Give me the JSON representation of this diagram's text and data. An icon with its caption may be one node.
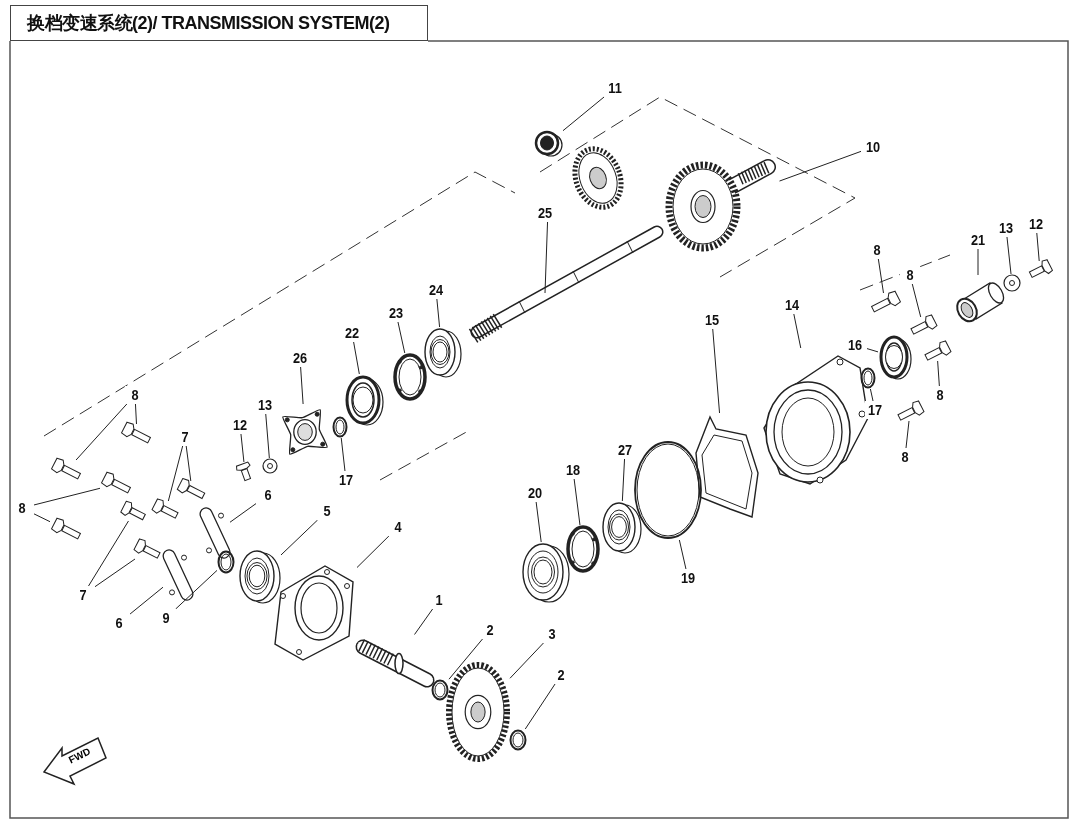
{
  "diagram": {
    "title": "换档变速系统(2)/ TRANSMISSION SYSTEM(2)",
    "nodes": [
      {
        "text": [
          "11"
        ]
      },
      {
        "text": [],
        "shape": "picture"
      },
      {
        "text": [
          "10"
        ]
      },
      {
        "text": [],
        "shape": "picture"
      },
      {
        "text": [
          "25"
        ]
      },
      {
        "text": [],
        "shape": "picture"
      },
      {
        "text": [
          "24"
        ]
      },
      {
        "text": [],
        "shape": "picture"
      },
      {
        "text": [
          "23"
        ]
      },
      {
        "text": [],
        "shape": "picture"
      },
      {
        "text": [
          "22"
        ]
      },
      {
        "text": [],
        "shape": "picture"
      },
      {
        "text": [
          "26"
        ]
      },
      {
        "text": [],
        "shape": "picture"
      },
      {
        "text": [
          "13"
        ]
      },
      {
        "text": [],
        "shape": "picture"
      },
      {
        "text": [
          "12"
        ]
      },
      {
        "text": [],
        "shape": "picture"
      },
      {
        "text": [
          "17"
        ]
      },
      {
        "text": [],
        "shape": "picture"
      },
      {
        "text": [
          "8"
        ]
      },
      {
        "text": [],
        "shape": "picture"
      },
      {
        "text": [],
        "shape": "picture"
      },
      {
        "text": [
          "7"
        ]
      },
      {
        "text": [],
        "shape": "picture"
      },
      {
        "text": [],
        "shape": "picture"
      },
      {
        "text": [
          "8"
        ]
      },
      {
        "text": [],
        "shape": "picture"
      },
      {
        "text": [],
        "shape": "picture"
      },
      {
        "text": [
          "7"
        ]
      },
      {
        "text": [],
        "shape": "picture"
      },
      {
        "text": [],
        "shape": "picture"
      },
      {
        "text": [
          "6"
        ]
      },
      {
        "text": [],
        "shape": "picture"
      },
      {
        "text": [
          "6"
        ]
      },
      {
        "text": [],
        "shape": "picture"
      },
      {
        "text": [
          "5"
        ]
      },
      {
        "text": [],
        "shape": "picture"
      },
      {
        "text": [
          "9"
        ]
      },
      {
        "text": [],
        "shape": "picture"
      },
      {
        "text": [
          "4"
        ]
      },
      {
        "text": [],
        "shape": "picture"
      },
      {
        "text": [
          "1"
        ]
      },
      {
        "text": [],
        "shape": "picture"
      },
      {
        "text": [
          "2"
        ]
      },
      {
        "text": [],
        "shape": "picture"
      },
      {
        "text": [
          "3"
        ]
      },
      {
        "text": [],
        "shape": "picture"
      },
      {
        "text": [
          "2"
        ]
      },
      {
        "text": [],
        "shape": "picture"
      },
      {
        "text": [
          "20"
        ]
      },
      {
        "text": [],
        "shape": "picture"
      },
      {
        "text": [
          "18"
        ]
      },
      {
        "text": [],
        "shape": "picture"
      },
      {
        "text": [
          "27"
        ]
      },
      {
        "text": [],
        "shape": "picture"
      },
      {
        "text": [
          "19"
        ]
      },
      {
        "text": [],
        "shape": "circle"
      },
      {
        "text": [
          "15"
        ]
      },
      {
        "text": [],
        "shape": "picture"
      },
      {
        "text": [
          "14"
        ]
      },
      {
        "text": [],
        "shape": "picture"
      },
      {
        "text": [
          "16"
        ]
      },
      {
        "text": [],
        "shape": "picture"
      },
      {
        "text": [
          "17"
        ]
      },
      {
        "text": [],
        "shape": "picture"
      },
      {
        "text": [
          "8"
        ]
      },
      {
        "text": [],
        "shape": "picture"
      },
      {
        "text": [
          "8"
        ]
      },
      {
        "text": [],
        "shape": "picture"
      },
      {
        "text": [
          "8"
        ]
      },
      {
        "text": [],
        "shape": "picture"
      },
      {
        "text": [
          "8"
        ]
      },
      {
        "text": [],
        "shape": "picture"
      },
      {
        "text": [
          "21"
        ]
      },
      {
        "text": [],
        "shape": "picture"
      },
      {
        "text": [
          "13"
        ]
      },
      {
        "text": [],
        "shape": "picture"
      },
      {
        "text": [
          "12"
        ]
      },
      {
        "text": [],
        "shape": "picture"
      }
    ],
    "edges": [
      {
        "from": 0,
        "to": 1,
        "arrow": "none"
      },
      {
        "from": 2,
        "to": 3,
        "arrow": "none"
      },
      {
        "from": 4,
        "to": 5,
        "arrow": "none"
      },
      {
        "from": 6,
        "to": 7,
        "arrow": "none"
      },
      {
        "from": 8,
        "to": 9,
        "arrow": "none"
      },
      {
        "from": 10,
        "to": 11,
        "arrow": "none"
      },
      {
        "from": 12,
        "to": 13,
        "arrow": "none"
      },
      {
        "from": 14,
        "to": 15,
        "arrow": "none"
      },
      {
        "from": 16,
        "to": 17,
        "arrow": "none"
      },
      {
        "from": 18,
        "to": 19,
        "arrow": "none"
      },
      {
        "from": 20,
        "to": 21,
        "arrow": "none"
      },
      {
        "from": 20,
        "to": 22,
        "arrow": "none"
      },
      {
        "from": 23,
        "to": 24,
        "arrow": "none"
      },
      {
        "from": 23,
        "to": 25,
        "arrow": "none"
      },
      {
        "from": 26,
        "to": 27,
        "arrow": "none"
      },
      {
        "from": 26,
        "to": 28,
        "arrow": "none"
      },
      {
        "from": 29,
        "to": 30,
        "arrow": "none"
      },
      {
        "from": 29,
        "to": 31,
        "arrow": "none"
      },
      {
        "from": 32,
        "to": 33,
        "arrow": "none"
      },
      {
        "from": 34,
        "to": 35,
        "arrow": "none"
      },
      {
        "from": 36,
        "to": 37,
        "arrow": "none"
      },
      {
        "from": 38,
        "to": 39,
        "arrow": "none"
      },
      {
        "from": 40,
        "to": 41,
        "arrow": "none"
      },
      {
        "from": 42,
        "to": 43,
        "arrow": "none"
      },
      {
        "from": 44,
        "to": 45,
        "arrow": "none"
      },
      {
        "from": 46,
        "to": 47,
        "arrow": "none"
      },
      {
        "from": 48,
        "to": 49,
        "arrow": "none"
      },
      {
        "from": 50,
        "to": 51,
        "arrow": "none"
      },
      {
        "from": 52,
        "to": 53,
        "arrow": "none"
      },
      {
        "from": 54,
        "to": 55,
        "arrow": "none"
      },
      {
        "from": 56,
        "to": 57,
        "arrow": "none"
      },
      {
        "from": 58,
        "to": 59,
        "arrow": "none"
      },
      {
        "from": 60,
        "to": 61,
        "arrow": "none"
      },
      {
        "from": 62,
        "to": 63,
        "arrow": "none"
      },
      {
        "from": 64,
        "to": 65,
        "arrow": "none"
      },
      {
        "from": 66,
        "to": 67,
        "arrow": "none"
      },
      {
        "from": 68,
        "to": 69,
        "arrow": "none"
      },
      {
        "from": 70,
        "to": 71,
        "arrow": "none"
      },
      {
        "from": 72,
        "to": 73,
        "arrow": "none"
      },
      {
        "from": 74,
        "to": 75,
        "arrow": "none"
      },
      {
        "from": 76,
        "to": 77,
        "arrow": "none"
      },
      {
        "from": 78,
        "to": 79,
        "arrow": "none"
      }
    ],
    "labels": [
      "FWD"
    ]
  }
}
